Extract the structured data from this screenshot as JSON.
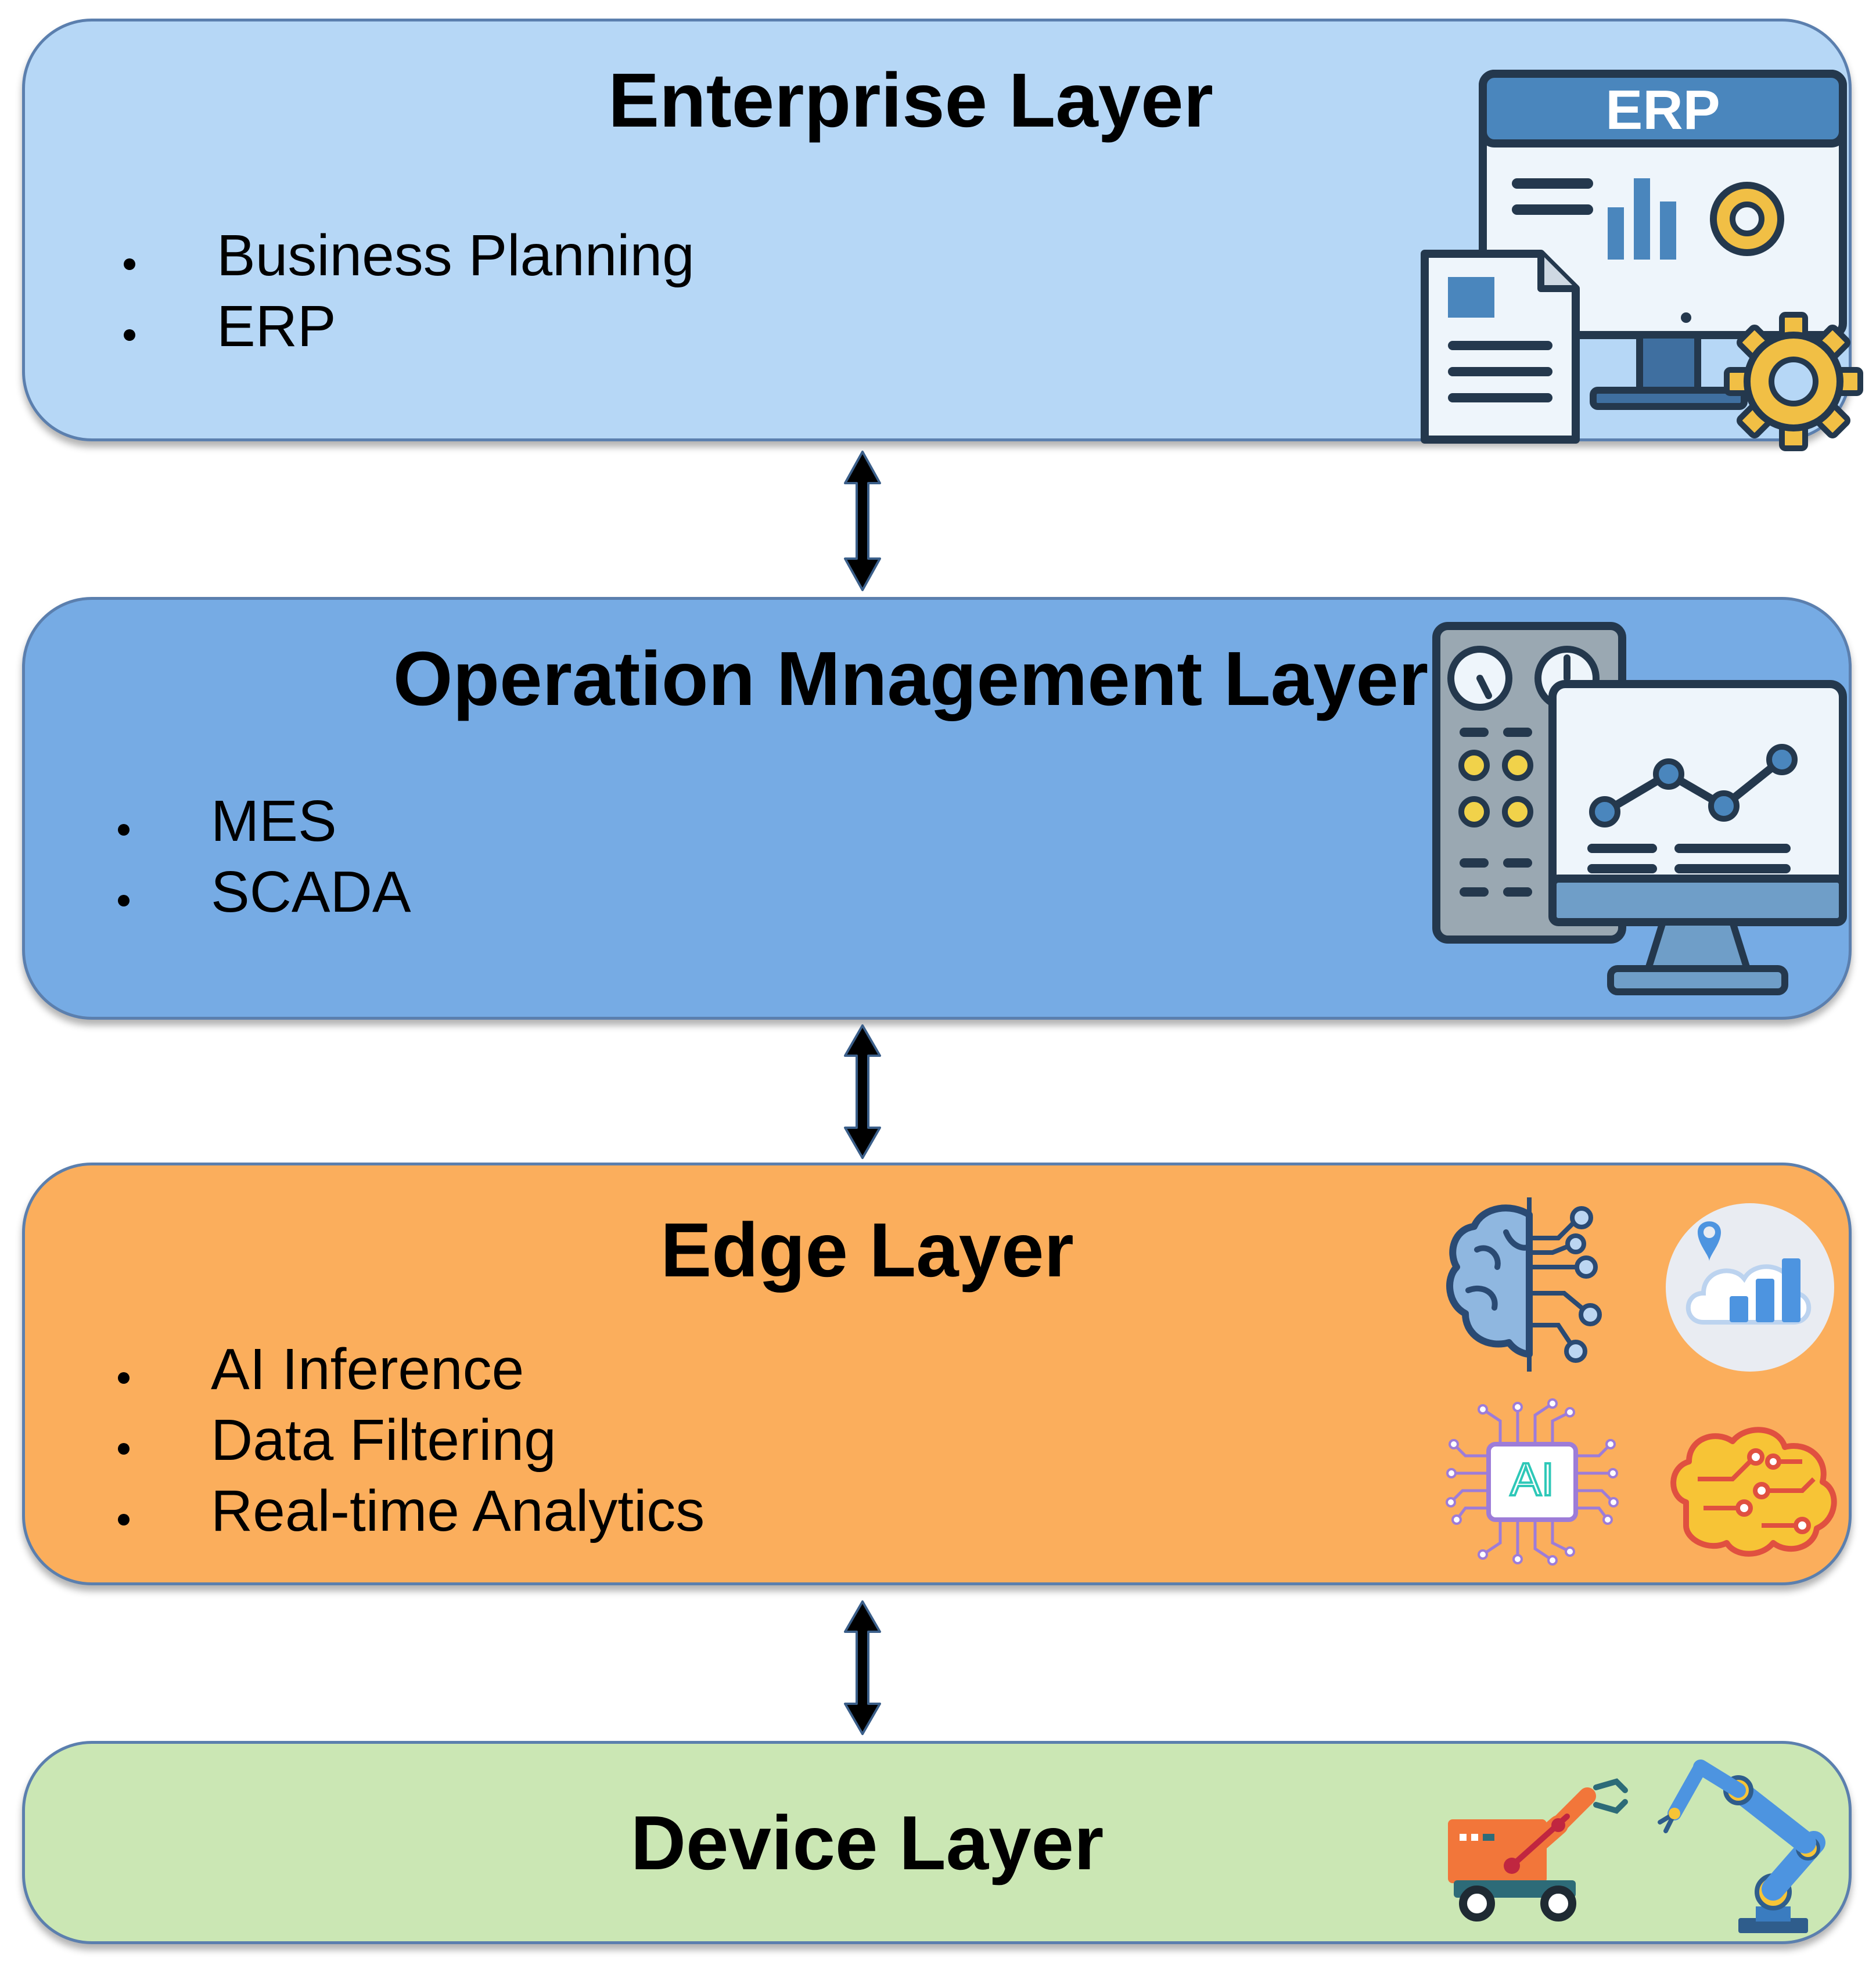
{
  "layers": [
    {
      "title": "Enterprise Layer",
      "items": [
        "Business Planning",
        "ERP"
      ],
      "fill": "#b6d7f6",
      "icons": [
        "erp-monitor-icon"
      ],
      "icon_text": "ERP"
    },
    {
      "title": "Operation Mnagement Layer",
      "items": [
        "MES",
        "SCADA"
      ],
      "fill": "#76abe4",
      "icons": [
        "control-panel-monitor-icon"
      ]
    },
    {
      "title": "Edge Layer",
      "items": [
        "AI Inference",
        "Data Filtering",
        "Real-time Analytics"
      ],
      "fill": "#fbae5c",
      "icons": [
        "brain-circuit-icon",
        "cloud-analytics-icon",
        "ai-chip-icon",
        "brain-network-icon"
      ],
      "icon_text": "AI"
    },
    {
      "title": "Device Layer",
      "items": [],
      "fill": "#cbe7b4",
      "icons": [
        "robot-cart-icon",
        "robotic-arm-icon"
      ]
    }
  ],
  "connectors": [
    "bidirectional-arrow",
    "bidirectional-arrow",
    "bidirectional-arrow"
  ]
}
